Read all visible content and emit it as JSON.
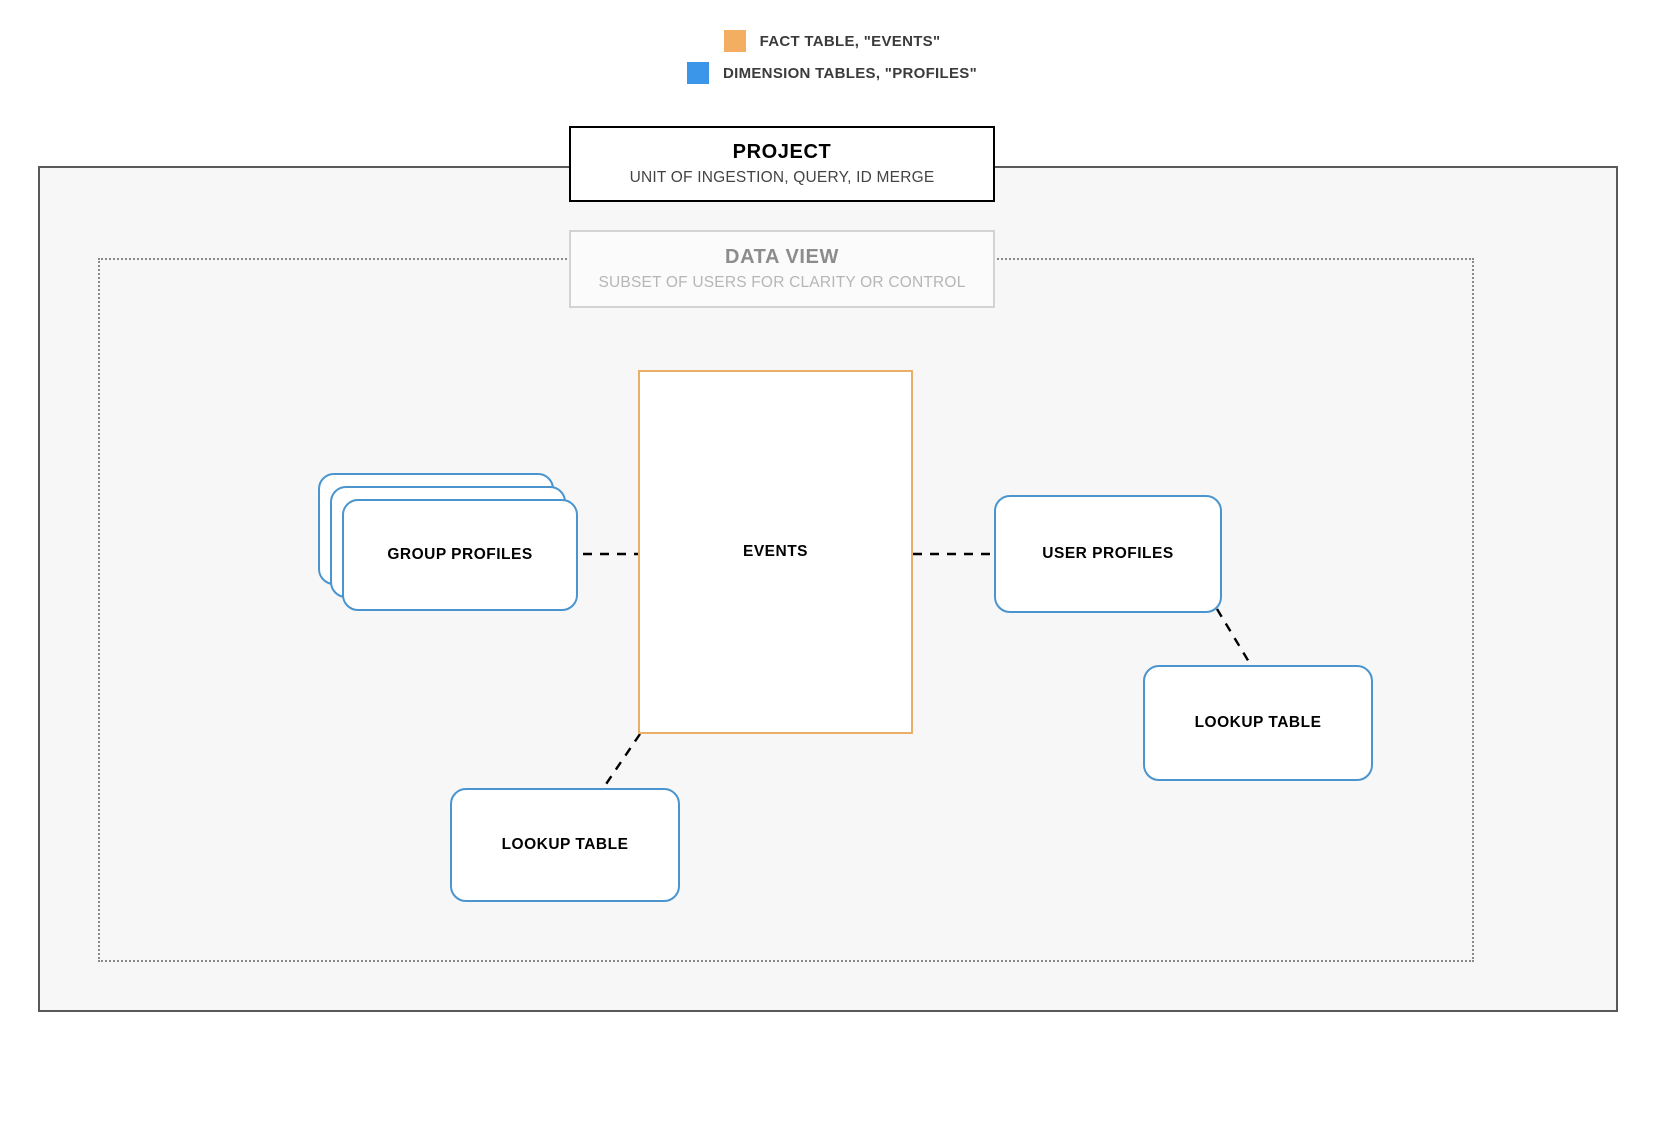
{
  "legend": {
    "items": [
      {
        "icon": "orange-square-swatch",
        "color": "#f3ae62",
        "label": "FACT TABLE, \"EVENTS\""
      },
      {
        "icon": "blue-square-swatch",
        "color": "#3b95e8",
        "label": "DIMENSION TABLES, \"PROFILES\""
      }
    ]
  },
  "project": {
    "title": "PROJECT",
    "subtitle": "UNIT OF INGESTION, QUERY, ID MERGE"
  },
  "data_view": {
    "title": "DATA VIEW",
    "subtitle": "SUBSET OF USERS FOR CLARITY OR CONTROL"
  },
  "nodes": {
    "events": {
      "label": "EVENTS",
      "color": "#e9ae67"
    },
    "group_profiles": {
      "label": "GROUP PROFILES",
      "color": "#4a95cf"
    },
    "user_profiles": {
      "label": "USER PROFILES",
      "color": "#4a95cf"
    },
    "lookup_table_left": {
      "label": "LOOKUP TABLE",
      "color": "#4a95cf"
    },
    "lookup_table_right": {
      "label": "LOOKUP TABLE",
      "color": "#4a95cf"
    }
  },
  "colors": {
    "outer_border": "#58595b",
    "inner_border": "#8a8a8a",
    "canvas_background": "#f7f7f7",
    "connector": "#000000"
  }
}
